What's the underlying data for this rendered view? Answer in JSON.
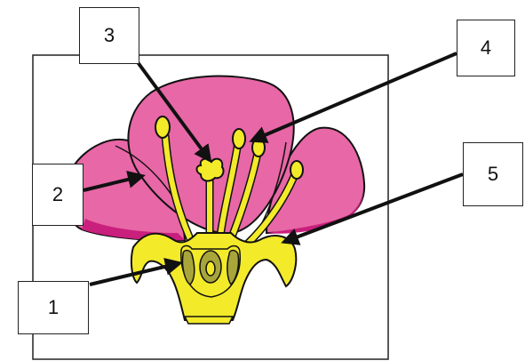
{
  "labels": [
    "1",
    "2",
    "3",
    "4",
    "5"
  ],
  "colors": {
    "petal": "#e867a6",
    "petal_shadow": "#c91f7d",
    "yellow": "#f3ea2a",
    "ovule": "#a8a53a",
    "outline": "#111111"
  }
}
